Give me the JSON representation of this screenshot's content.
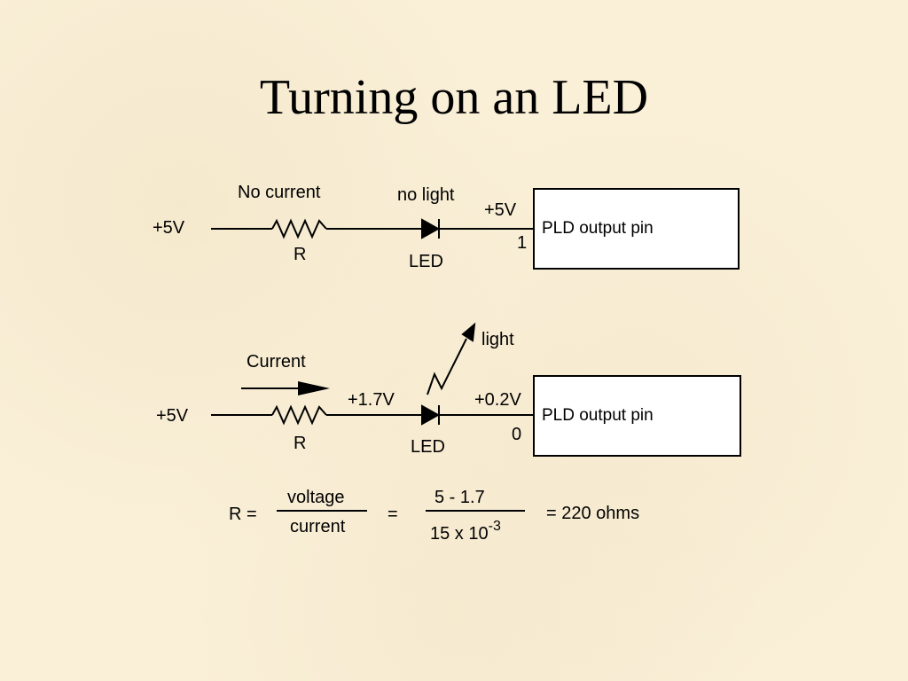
{
  "slide": {
    "title": "Turning on an LED"
  },
  "circuit_off": {
    "supply": "+5V",
    "current_label": "No current",
    "resistor_label": "R",
    "led_status": "no light",
    "led_label": "LED",
    "pin_voltage": "+5V",
    "pin_logic": "1",
    "box_label": "PLD output pin"
  },
  "circuit_on": {
    "supply": "+5V",
    "current_label": "Current",
    "resistor_label": "R",
    "led_voltage": "+1.7V",
    "led_status": "light",
    "led_label": "LED",
    "pin_voltage": "+0.2V",
    "pin_logic": "0",
    "box_label": "PLD output pin"
  },
  "formula": {
    "lhs": "R =",
    "num1": "voltage",
    "den1": "current",
    "eq": "=",
    "num2": "5 - 1.7",
    "den2_base": "15 x 10",
    "den2_exp": "-3",
    "result": "= 220 ohms"
  }
}
